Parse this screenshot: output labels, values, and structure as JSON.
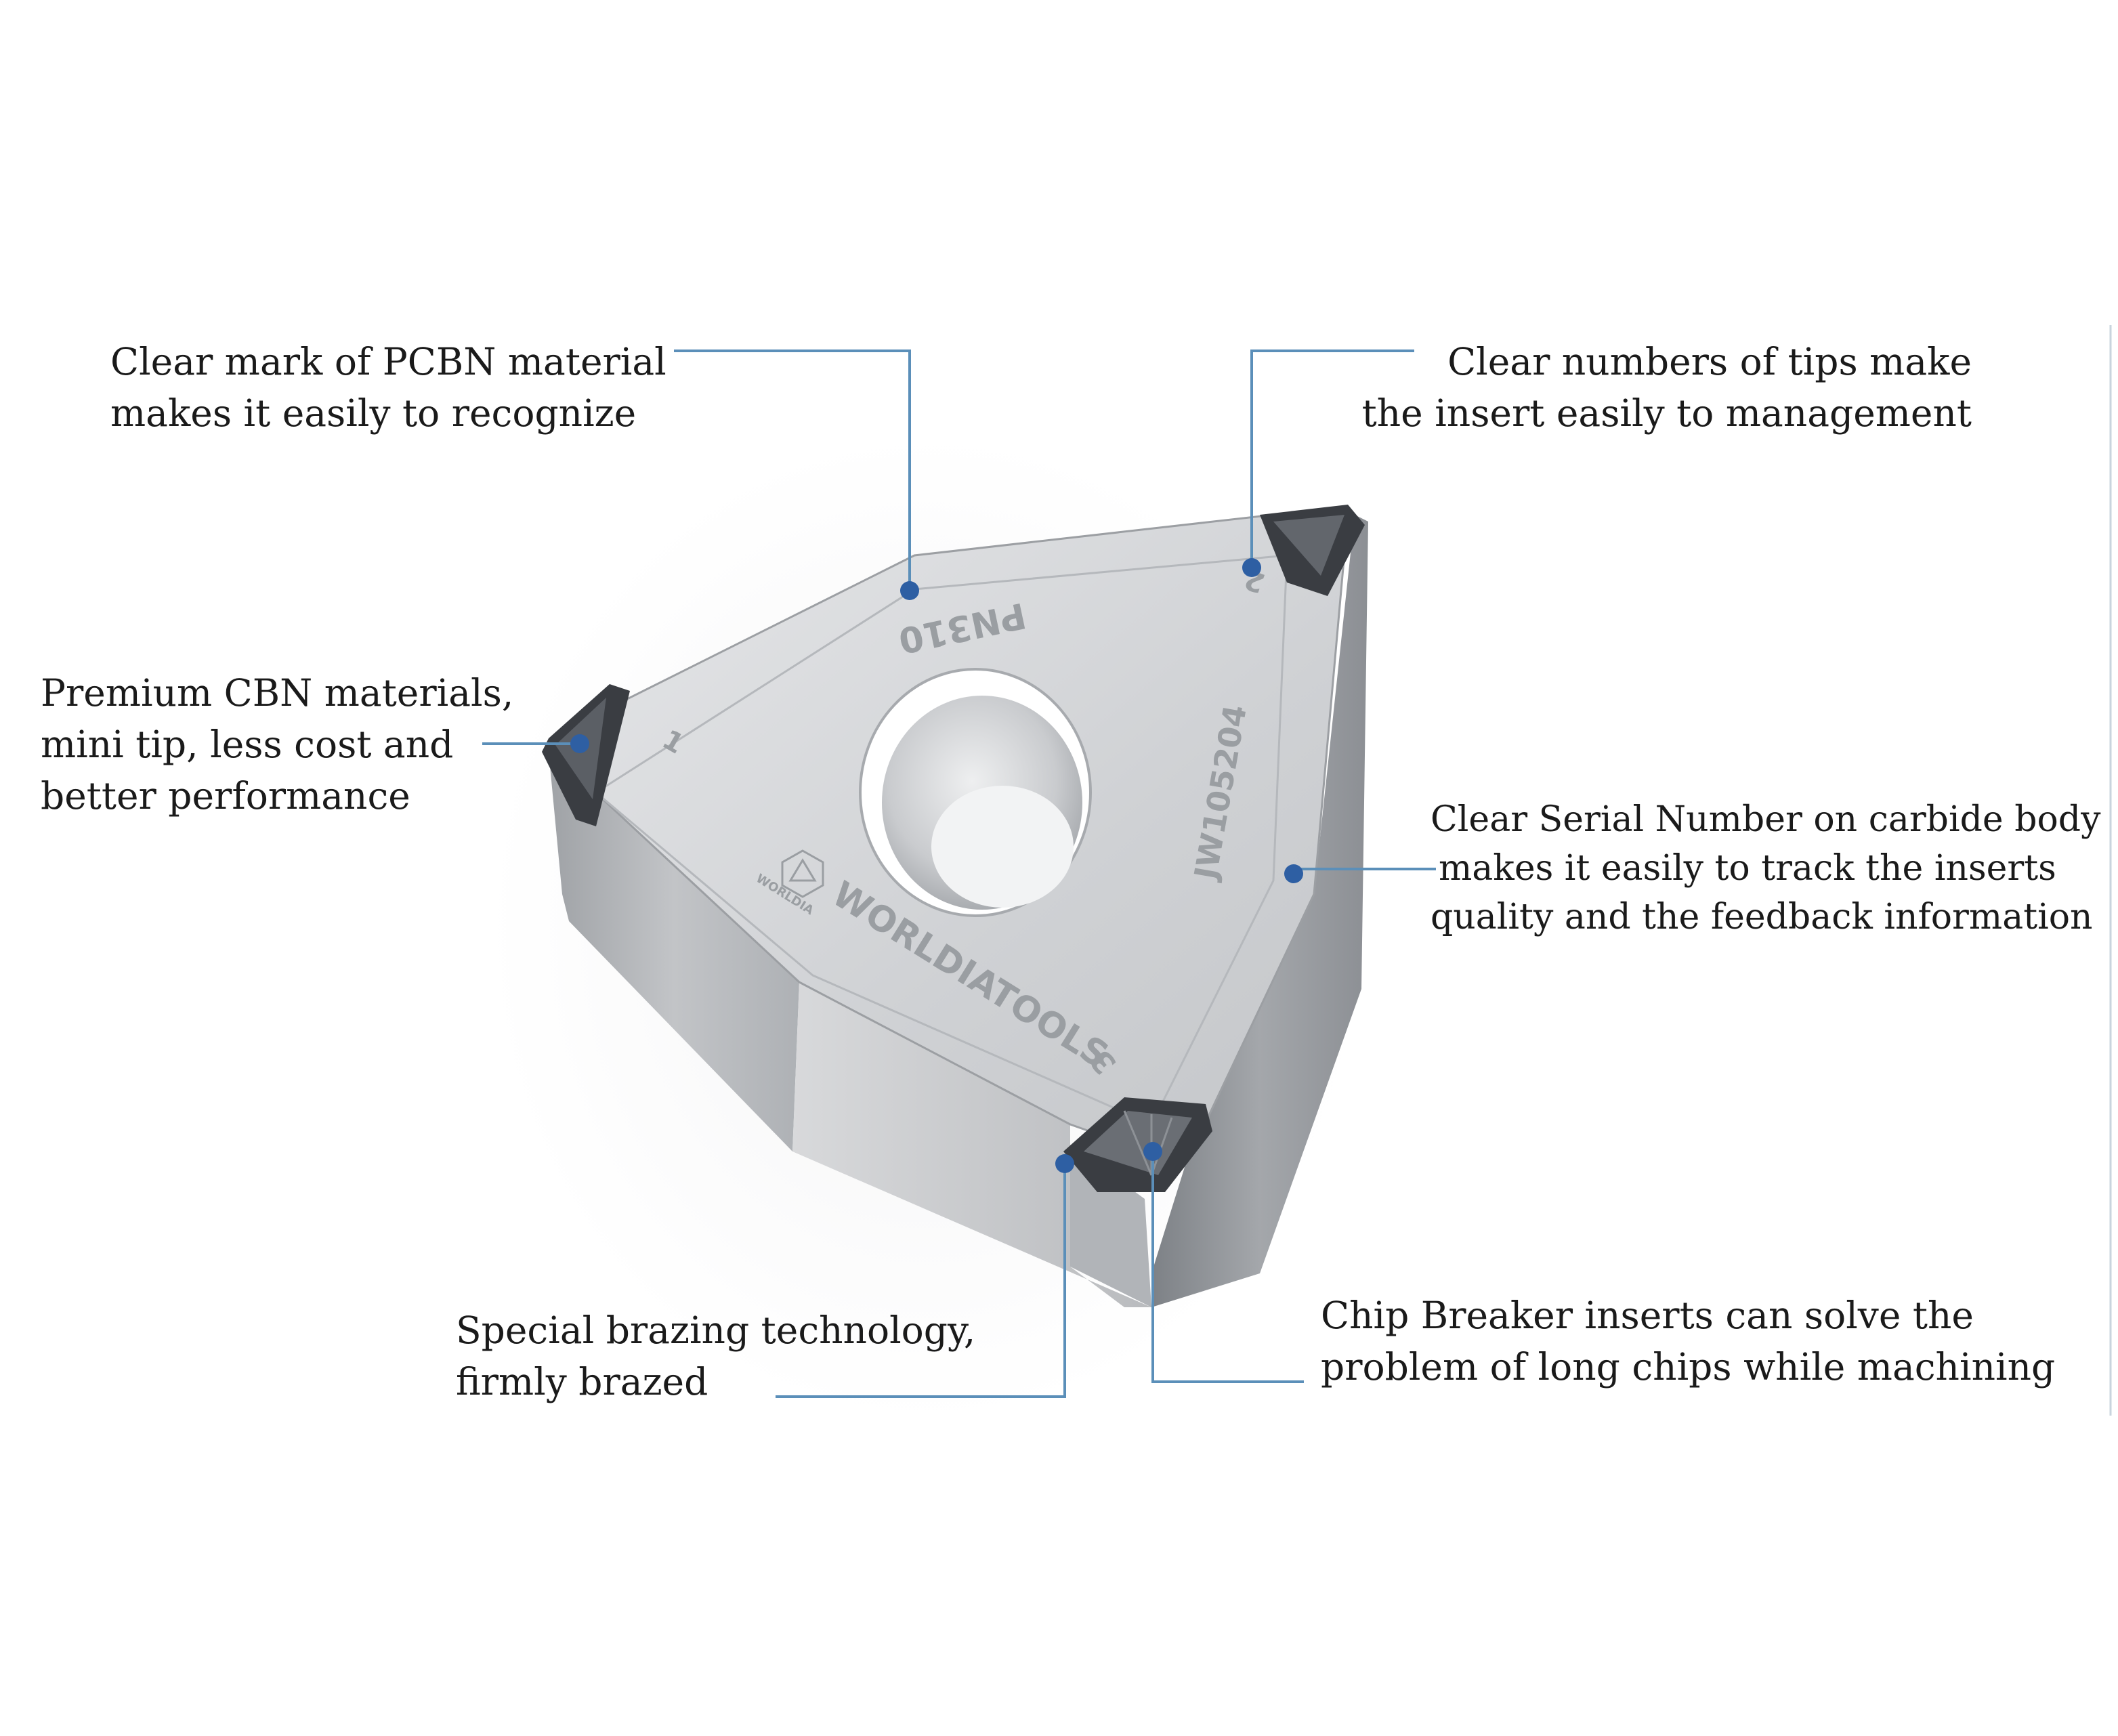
{
  "callouts": {
    "pcbn_mark": [
      "Clear mark of PCBN material",
      "makes it easily to recognize"
    ],
    "tip_numbers": [
      "Clear numbers of tips make",
      "the insert easily to management"
    ],
    "cbn_materials": [
      "Premium CBN materials,",
      "mini tip, less cost and",
      "better performance"
    ],
    "serial_number": [
      "Clear Serial Number on carbide body",
      "makes it easily to track the inserts",
      "quality and the feedback information"
    ],
    "brazing": [
      "Special brazing technology,",
      "firmly brazed"
    ],
    "chip_breaker": [
      "Chip Breaker inserts can solve the",
      "problem of long chips while machining"
    ]
  },
  "insert_markings": {
    "brand": "WORLDIATOOLS",
    "material_code": "PN310",
    "serial": "JW105204",
    "logo_text": "WORLDIA",
    "tip_numbers": [
      "1",
      "2",
      "3"
    ]
  },
  "colors": {
    "leader_line": "#5b8fb9",
    "dot": "#2e5fa3",
    "carbide": "#c9cbce",
    "cbn_tip": "#3a3d42",
    "text": "#1a1a1a"
  }
}
